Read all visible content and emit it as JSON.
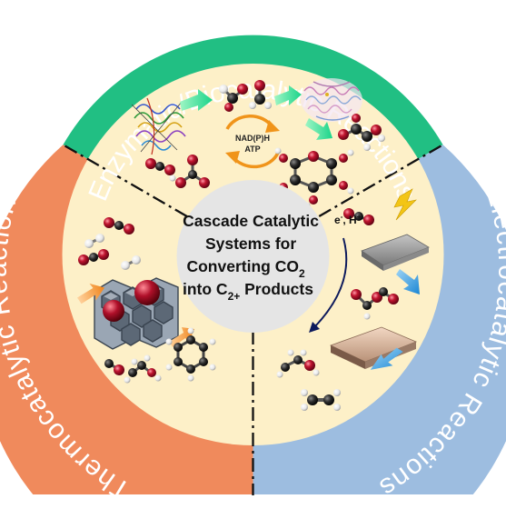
{
  "sections": {
    "top": "Enzymatic/Biocatalytic Reactions",
    "left": "Thermocatalytic Reactions",
    "right": "Electrocatalytic Reactions"
  },
  "center": {
    "line1": "Cascade Catalytic",
    "line2": "Systems for",
    "line3_prefix": "Converting CO",
    "line3_sub": "2",
    "line4_prefix": "into C",
    "line4_sub": "2+",
    "line4_suffix": " Products"
  },
  "cofactor": {
    "line1": "NAD(P)H",
    "line2": "ATP"
  },
  "electro_label": {
    "e": "e",
    "e_sup": "-",
    "h": ", H",
    "h_sup": "+"
  },
  "colors": {
    "enzymatic": "#21bf83",
    "thermo": "#f08a5c",
    "electro": "#9dbde0",
    "inner": "#fdf0c8",
    "center": "#e5e5e5"
  }
}
